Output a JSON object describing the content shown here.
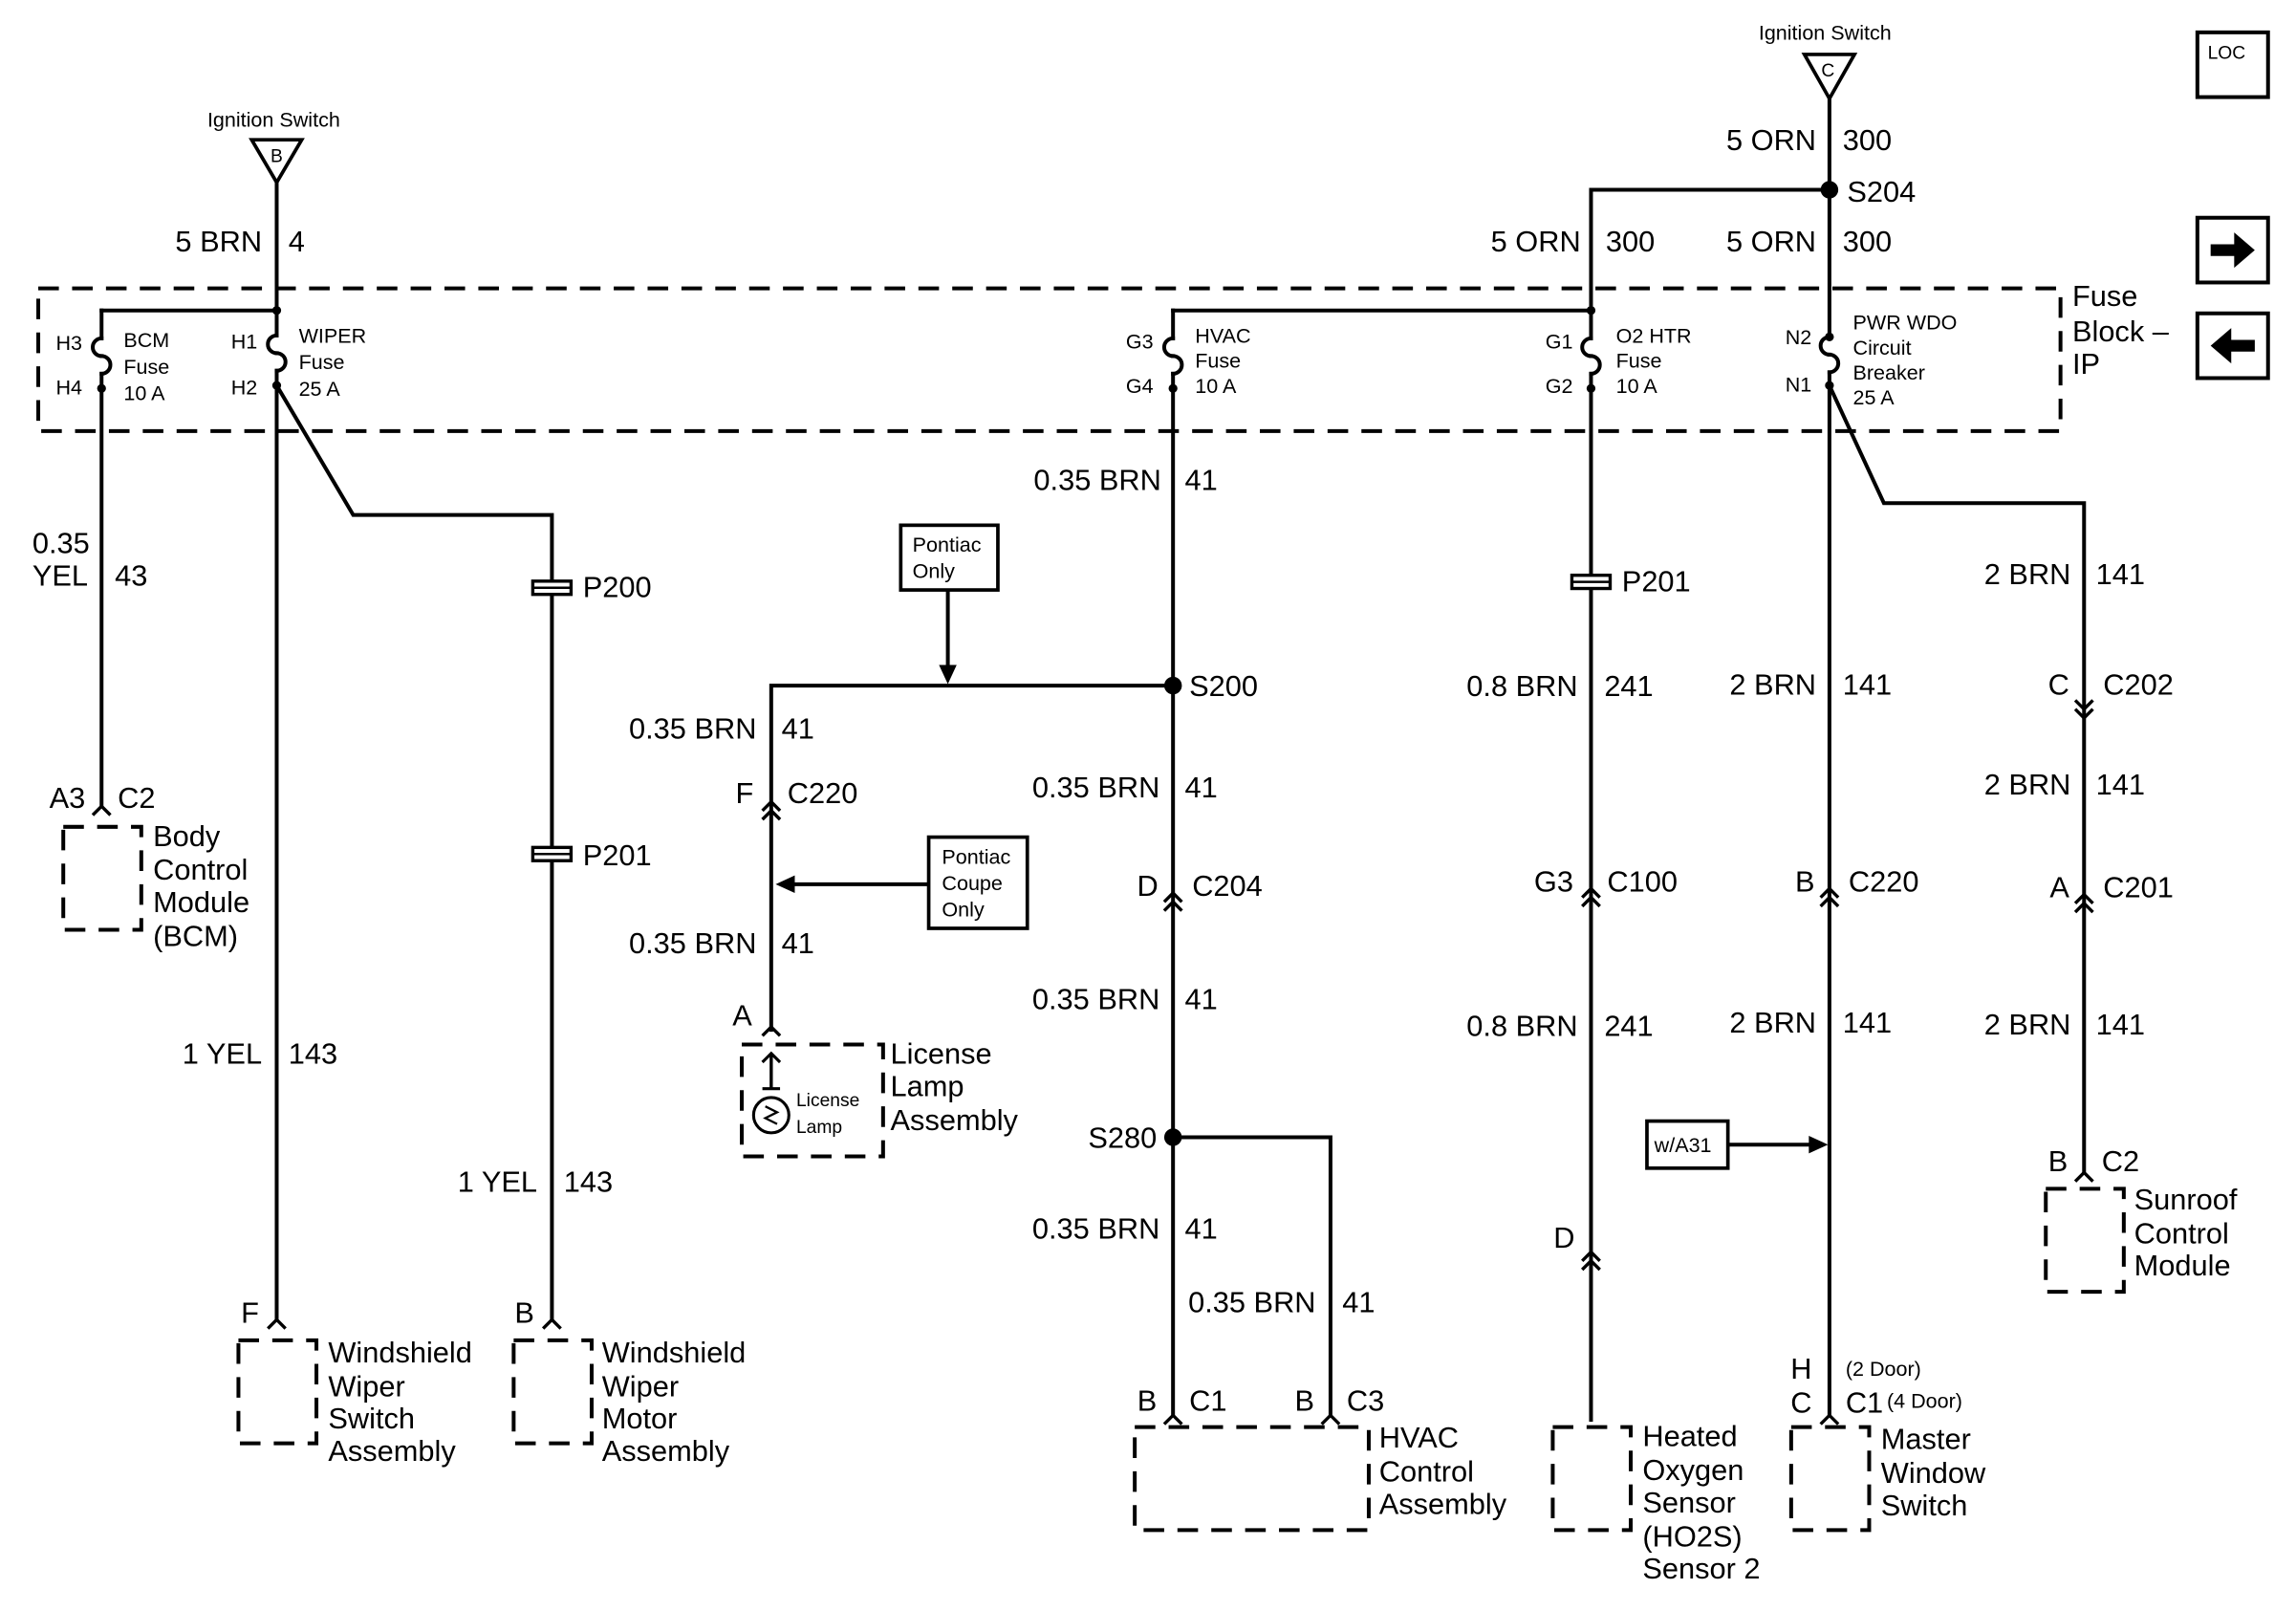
{
  "supplies": {
    "ign_b": {
      "title": "Ignition Switch",
      "letter": "B"
    },
    "ign_c": {
      "title": "Ignition Switch",
      "letter": "C"
    }
  },
  "fuse_block": {
    "name": "Fuse Block – IP"
  },
  "loc_box": "LOC",
  "fuses": [
    {
      "in_pin": "H3",
      "out_pin": "H4",
      "name": "BCM",
      "word": "Fuse",
      "rating": "10 A"
    },
    {
      "in_pin": "H1",
      "out_pin": "H2",
      "name": "WIPER",
      "word": "Fuse",
      "rating": "25 A"
    },
    {
      "in_pin": "G3",
      "out_pin": "G4",
      "name": "HVAC",
      "word": "Fuse",
      "rating": "10 A"
    },
    {
      "in_pin": "G1",
      "out_pin": "G2",
      "name": "O2 HTR",
      "word": "Fuse",
      "rating": "10 A"
    },
    {
      "in_pin": "N2",
      "out_pin": "N1",
      "name": "PWR WDO",
      "word": "Circuit Breaker",
      "rating": "25 A"
    }
  ],
  "wires": [
    {
      "gauge": "5 BRN",
      "circuit": "4"
    },
    {
      "gauge": "5 ORN",
      "circuit": "300"
    },
    {
      "gauge": "5 ORN",
      "circuit": "300"
    },
    {
      "gauge": "5 ORN",
      "circuit": "300"
    },
    {
      "gauge": "0.35 YEL",
      "circuit": "43"
    },
    {
      "gauge": "1 YEL",
      "circuit": "143"
    },
    {
      "gauge": "1 YEL",
      "circuit": "143"
    },
    {
      "gauge": "0.35 BRN",
      "circuit": "41"
    },
    {
      "gauge": "0.35 BRN",
      "circuit": "41"
    },
    {
      "gauge": "0.35 BRN",
      "circuit": "41"
    },
    {
      "gauge": "0.35 BRN",
      "circuit": "41"
    },
    {
      "gauge": "0.35 BRN",
      "circuit": "41"
    },
    {
      "gauge": "0.35 BRN",
      "circuit": "41"
    },
    {
      "gauge": "0.35 BRN",
      "circuit": "41"
    },
    {
      "gauge": "0.8 BRN",
      "circuit": "241"
    },
    {
      "gauge": "0.8 BRN",
      "circuit": "241"
    },
    {
      "gauge": "2 BRN",
      "circuit": "141"
    },
    {
      "gauge": "2 BRN",
      "circuit": "141"
    },
    {
      "gauge": "2 BRN",
      "circuit": "141"
    },
    {
      "gauge": "2 BRN",
      "circuit": "141"
    },
    {
      "gauge": "2 BRN",
      "circuit": "141"
    }
  ],
  "splices": [
    "S204",
    "S200",
    "S280"
  ],
  "pass_through": [
    "P200",
    "P201",
    "P201"
  ],
  "connectors": [
    {
      "pin": "A3",
      "name": "C2"
    },
    {
      "pin": "F",
      "name": "C220"
    },
    {
      "pin": "D",
      "name": "C204"
    },
    {
      "pin": "G3",
      "name": "C100"
    },
    {
      "pin": "B",
      "name": "C220"
    },
    {
      "pin": "C",
      "name": "C202"
    },
    {
      "pin": "A",
      "name": "C201"
    },
    {
      "pin": "B",
      "name": "C2"
    },
    {
      "pin": "F",
      "name": ""
    },
    {
      "pin": "B",
      "name": ""
    },
    {
      "pin": "A",
      "name": ""
    },
    {
      "pin": "B",
      "name": "C1"
    },
    {
      "pin": "B",
      "name": "C3"
    },
    {
      "pin": "D",
      "name": ""
    },
    {
      "pin": "H",
      "name": "(2 Door)"
    },
    {
      "pin": "C",
      "name": "C1"
    }
  ],
  "connector_note": "(4 Door)",
  "notes": [
    "Pontiac Only",
    "Pontiac Coupe Only",
    "w/A31"
  ],
  "components": [
    {
      "name": "Body Control Module (BCM)"
    },
    {
      "name": "License Lamp Assembly",
      "inner": "License Lamp"
    },
    {
      "name": "Windshield Wiper Switch Assembly"
    },
    {
      "name": "Windshield Wiper Motor Assembly"
    },
    {
      "name": "HVAC Control Assembly"
    },
    {
      "name": "Heated Oxygen Sensor (HO2S) Sensor 2"
    },
    {
      "name": "Master Window Switch"
    },
    {
      "name": "Sunroof Control Module"
    }
  ]
}
